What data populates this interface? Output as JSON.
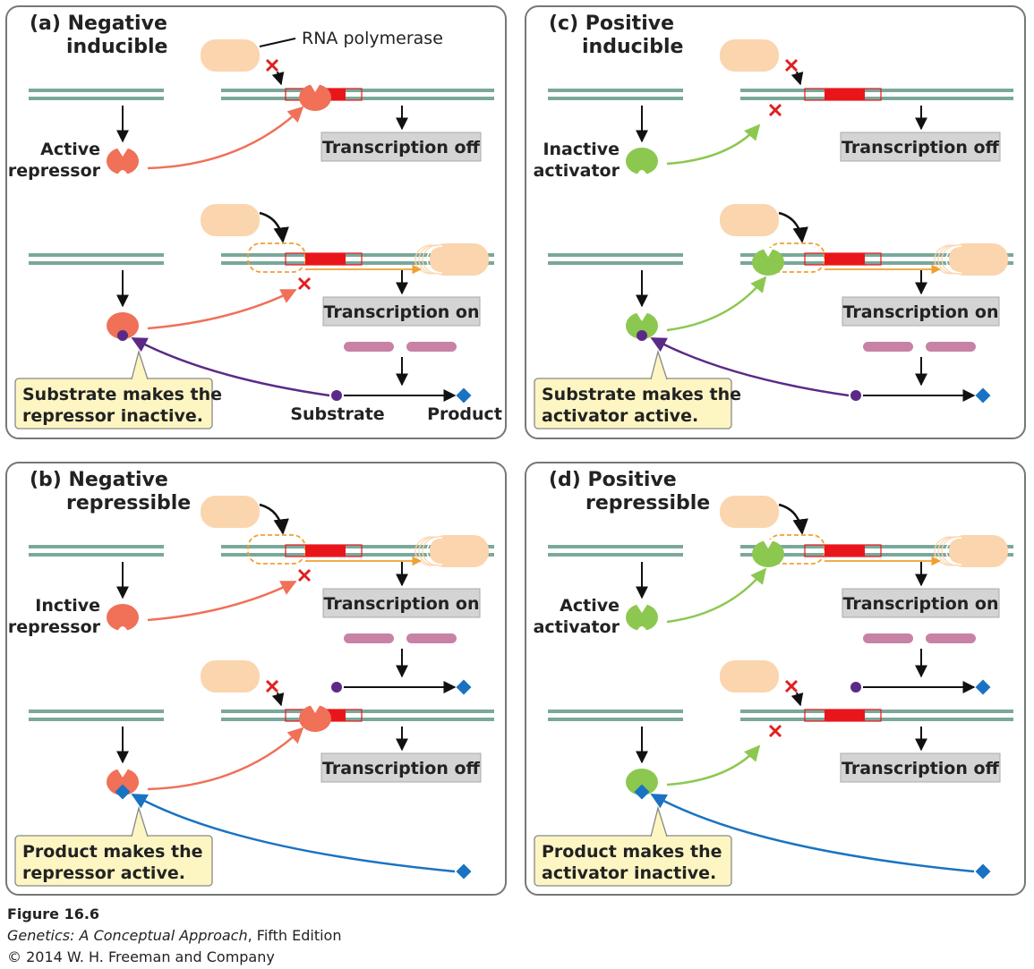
{
  "labels": {
    "rna_polymerase": "RNA polymerase",
    "transcription_off": "Transcription off",
    "transcription_on": "Transcription on",
    "substrate": "Substrate",
    "product": "Product"
  },
  "panels": {
    "a": {
      "title_line1": "(a)  Negative",
      "title_line2": "inducible",
      "reg_label_line1": "Active",
      "reg_label_line2": "repressor",
      "callout_line1": "Substrate makes the",
      "callout_line2": "repressor inactive."
    },
    "b": {
      "title_line1": "(b)  Negative",
      "title_line2": "repressible",
      "reg_label_line1": "Inctive",
      "reg_label_line2": "repressor",
      "callout_line1": "Product makes the",
      "callout_line2": "repressor active."
    },
    "c": {
      "title_line1": "(c)  Positive",
      "title_line2": "inducible",
      "reg_label_line1": "Inactive",
      "reg_label_line2": "activator",
      "callout_line1": "Substrate makes the",
      "callout_line2": "activator active."
    },
    "d": {
      "title_line1": "(d)  Positive",
      "title_line2": "repressible",
      "reg_label_line1": "Active",
      "reg_label_line2": "activator",
      "callout_line1": "Product makes the",
      "callout_line2": "activator inactive."
    }
  },
  "caption": {
    "figure": "Figure 16.6",
    "book": "Genetics: A Conceptual Approach",
    "edition": ", Fifth Edition",
    "copyright": "© 2014 W. H. Freeman and Company"
  },
  "colors": {
    "repressor": "#f07058",
    "activator": "#8cc850",
    "polymerase": "#fbd5ae",
    "dna": "#7aa89a",
    "gene": "#e8161b",
    "mrna": "#c882a6",
    "substrate": "#5b2a86",
    "product": "#1a73c2",
    "callout": "#fdf6c3",
    "tbox": "#d4d4d4"
  }
}
